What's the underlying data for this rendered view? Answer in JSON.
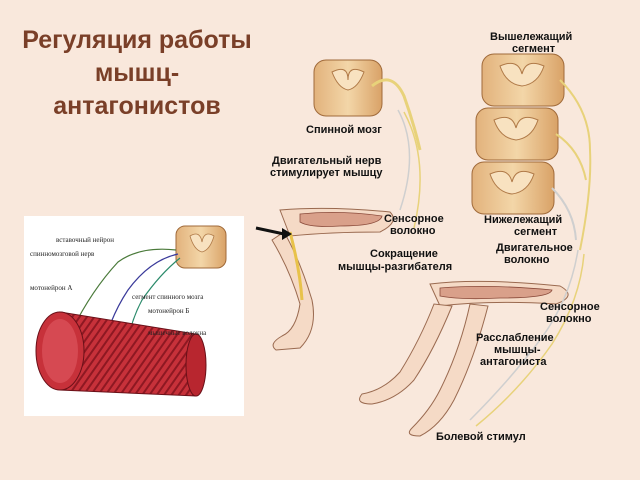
{
  "slide": {
    "title": "Регуляция работы мышц-антагонистов"
  },
  "diagram": {
    "labels": {
      "upper_segment": [
        "Вышележащий",
        "сегмент"
      ],
      "spinal_cord": "Спинной мозг",
      "motor_nerve": [
        "Двигательный нерв",
        "стимулирует мышцу"
      ],
      "sensory_fiber_left": [
        "Сенсорное",
        "волокно"
      ],
      "lower_segment": [
        "Нижележащий",
        "сегмент"
      ],
      "motor_fiber": [
        "Двигательное",
        "волокно"
      ],
      "contraction": [
        "Сокращение",
        "мышцы-разгибателя"
      ],
      "sensory_fiber_right": [
        "Сенсорное",
        "волокно"
      ],
      "relaxation": [
        "Расслабление",
        "мышцы-",
        "антагониста"
      ],
      "pain_stimulus": "Болевой стимул"
    },
    "inset_labels": {
      "interneuron": "вставочный нейрон",
      "spinal_nerve": "спинномозговой нерв",
      "motoneuron_a": "мотонейрон А",
      "cord_segment": "сегмент спинного мозга",
      "motoneuron_b": "мотонейрон Б",
      "muscle_fibers": "мышечные волокна"
    }
  }
}
